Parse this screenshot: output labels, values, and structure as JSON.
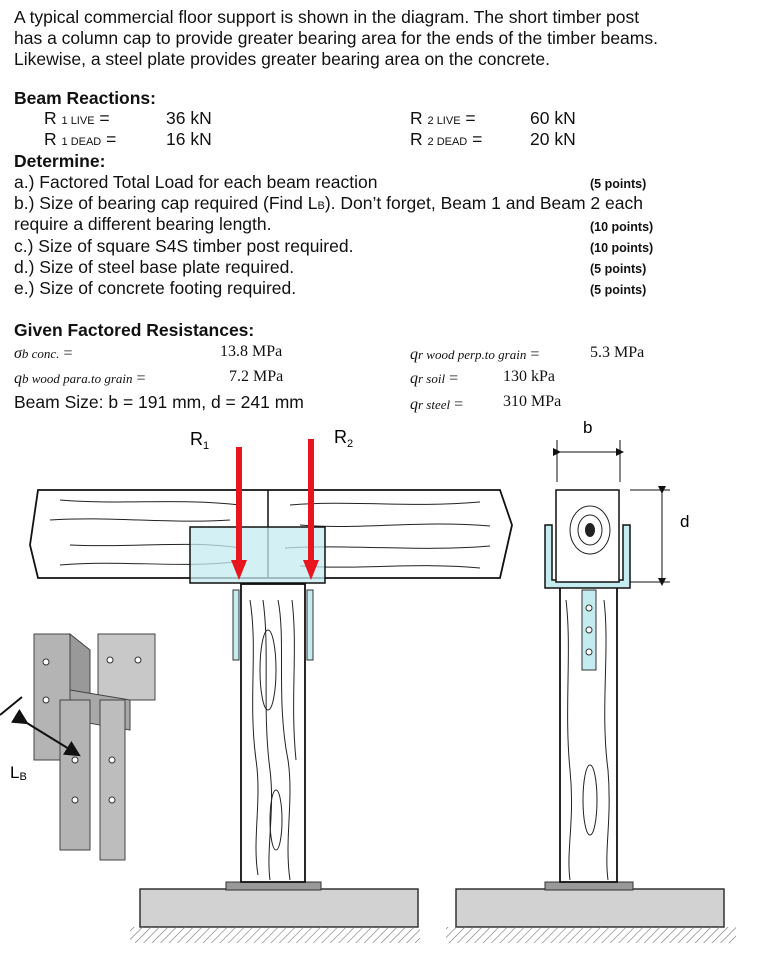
{
  "intro": [
    "A typical commercial floor support is shown in the diagram. The short timber post",
    "has a column cap to provide greater bearing area for the ends of the timber beams.",
    "Likewise, a steel plate provides greater bearing area on the concrete."
  ],
  "reactions": {
    "heading": "Beam Reactions:",
    "r1_live": {
      "symbol": "R",
      "sub": "1 LIVE",
      "eq": "=",
      "value": "36 kN"
    },
    "r1_dead": {
      "symbol": "R",
      "sub": "1 DEAD",
      "eq": "=",
      "value": "16 kN"
    },
    "r2_live": {
      "symbol": "R",
      "sub": "2 LIVE",
      "eq": "=",
      "value": "60 kN"
    },
    "r2_dead": {
      "symbol": "R",
      "sub": "2 DEAD",
      "eq": "=",
      "value": "20 kN"
    }
  },
  "determine": {
    "heading": "Determine:",
    "a": {
      "text": "a.) Factored Total Load for each beam reaction",
      "points": "(5 points)"
    },
    "b_pre": "b.) Size of bearing cap required (Find L",
    "b_sub": "B",
    "b_post": "). Don’t forget, Beam 1 and Beam 2 each",
    "b_line2": "require a different bearing length.",
    "b_points": "(10 points)",
    "c": {
      "text": "c.) Size of square S4S timber post required.",
      "points": "(10 points)"
    },
    "d": {
      "text": "d.) Size of steel base plate required.",
      "points": "(5 points)"
    },
    "e": {
      "text": "e.) Size of concrete footing required.",
      "points": "(5 points)"
    }
  },
  "resistances": {
    "heading": "Given Factored Resistances:",
    "sigma_conc": {
      "sym": "σ",
      "sub": "b conc.",
      "eq": "=",
      "value": "13.8 MPa"
    },
    "q_wood_para": {
      "sym": "q",
      "sub": "b wood para.to grain",
      "eq": "=",
      "value": "7.2 MPa"
    },
    "q_wood_perp": {
      "sym": "q",
      "sub": "r wood perp.to grain",
      "eq": "=",
      "value": "5.3 MPa"
    },
    "q_soil": {
      "sym": "q",
      "sub": "r soil",
      "eq": "=",
      "value": "130 kPa"
    },
    "q_steel": {
      "sym": "q",
      "sub": "r steel",
      "eq": "=",
      "value": "310 MPa"
    },
    "beam_size": "Beam Size:   b = 191 mm, d = 241 mm"
  },
  "diagram": {
    "r1_label": "R",
    "r1_sub": "1",
    "r2_label": "R",
    "r2_sub": "2",
    "b_label": "b",
    "d_label": "d",
    "lb_label": "L",
    "lb_sub": "B"
  },
  "colors": {
    "arrow": "#e8141e",
    "cap": "#c4ebf0",
    "plate_3d": "#b4b4b4",
    "footing": "#d2d2d2"
  }
}
